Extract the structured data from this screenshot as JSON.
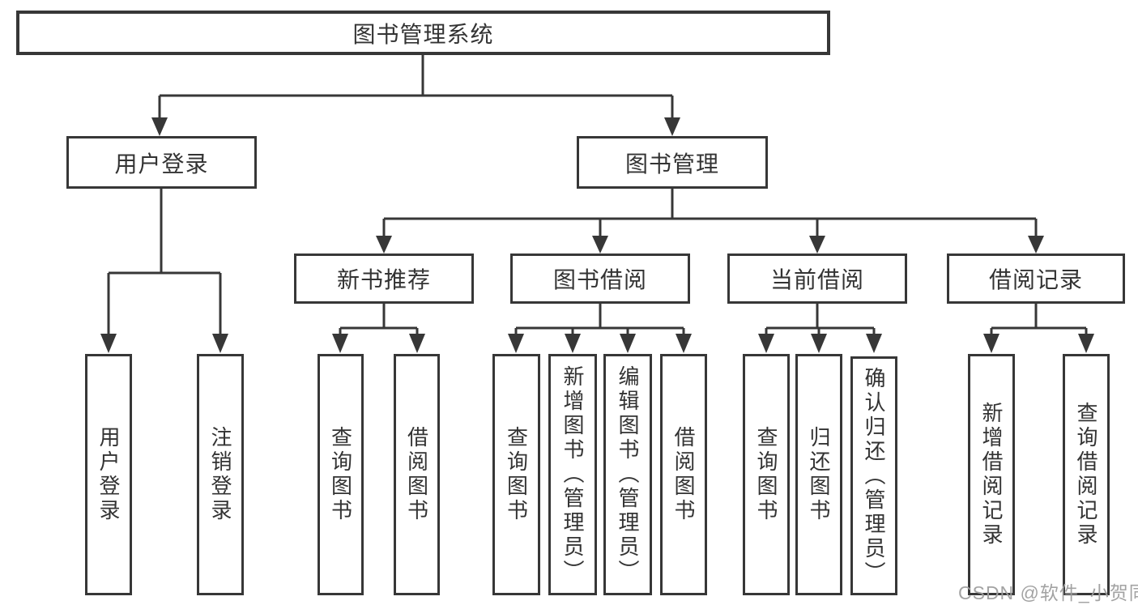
{
  "tree": {
    "root": {
      "label": "图书管理系统"
    },
    "branches": [
      {
        "label": "用户登录",
        "children": [
          {
            "label": "用户登录"
          },
          {
            "label": "注销登录"
          }
        ]
      },
      {
        "label": "图书管理",
        "children": [
          {
            "label": "新书推荐",
            "children": [
              {
                "label": "查询图书"
              },
              {
                "label": "借阅图书"
              }
            ]
          },
          {
            "label": "图书借阅",
            "children": [
              {
                "label": "查询图书"
              },
              {
                "label": "新增图书（管理员）"
              },
              {
                "label": "编辑图书（管理员）"
              },
              {
                "label": "借阅图书"
              }
            ]
          },
          {
            "label": "当前借阅",
            "children": [
              {
                "label": "查询图书"
              },
              {
                "label": "归还图书"
              },
              {
                "label": "确认归还（管理员）"
              }
            ]
          },
          {
            "label": "借阅记录",
            "children": [
              {
                "label": "新增借阅记录"
              },
              {
                "label": "查询借阅记录"
              }
            ]
          }
        ]
      }
    ]
  },
  "watermark": {
    "text": "CSDN @软件_小贺同学"
  },
  "colors": {
    "line": "#373737",
    "text": "#333333",
    "watermark": "#9e9e9e",
    "background": "#ffffff"
  }
}
